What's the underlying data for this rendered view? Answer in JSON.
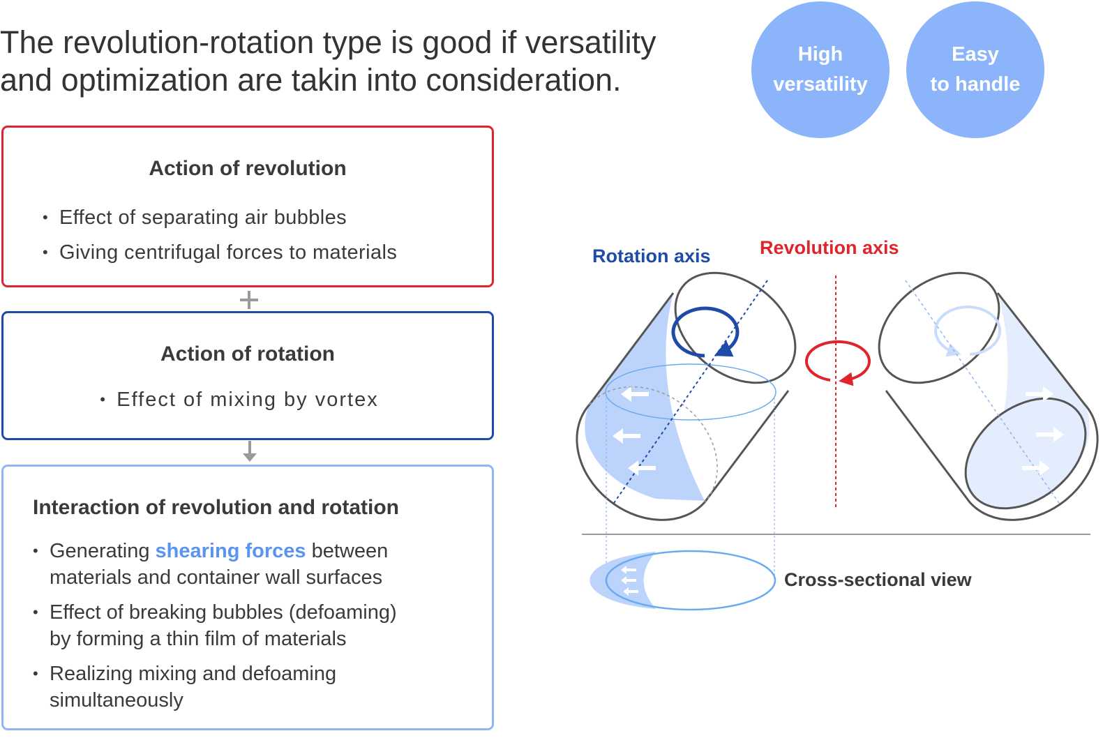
{
  "headline": {
    "line1": "The revolution-rotation type is good if versatility",
    "line2": "and optimization are takin into consideration."
  },
  "badges": [
    {
      "line1": "High",
      "line2": "versatility"
    },
    {
      "line1": "Easy",
      "line2": "to handle"
    }
  ],
  "boxes": {
    "revolution": {
      "title": "Action of revolution",
      "items": [
        "Effect of separating air bubbles",
        "Giving centrifugal forces to materials"
      ]
    },
    "rotation": {
      "title": "Action of rotation",
      "items": [
        "Effect of mixing by vortex"
      ]
    },
    "interaction": {
      "title": "Interaction of revolution and rotation",
      "items": [
        {
          "pre": "Generating ",
          "highlight": "shearing forces",
          "post": " between",
          "line2": "materials and container wall surfaces"
        },
        {
          "line1": "Effect of breaking bubbles (defoaming)",
          "line2": "by forming a thin film of materials"
        },
        {
          "line1": "Realizing mixing and defoaming",
          "line2": "simultaneously"
        }
      ]
    }
  },
  "diagram": {
    "rotation_axis_label": "Rotation axis",
    "revolution_axis_label": "Revolution axis",
    "cross_section_label": "Cross-sectional view"
  },
  "colors": {
    "revolution": "#e0242b",
    "rotation": "#1e4aa8",
    "interaction": "#8fb5f5",
    "badge": "#8bb4fb",
    "highlight": "#5a93f0"
  }
}
